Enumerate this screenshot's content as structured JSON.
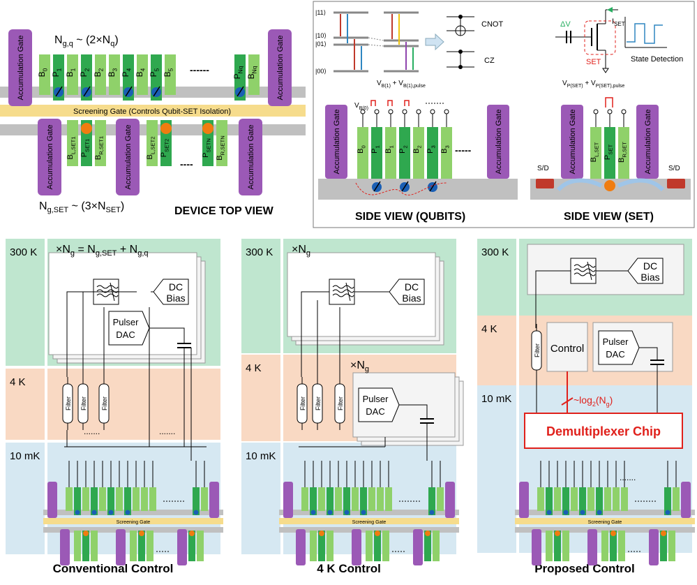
{
  "top_view": {
    "title": "DEVICE TOP VIEW",
    "ngq_label": "N g,q ~ (2×N q)",
    "ngset_label": "N g,SET ~ (3×N SET)",
    "accumulation_gate": "Accumulation Gate",
    "screening_gate": "Screening Gate (Controls Qubit-SET Isolation)",
    "qubit_gates": [
      "B0",
      "P1",
      "B1",
      "P2",
      "B2",
      "B3",
      "P4",
      "B4",
      "P5",
      "B5"
    ],
    "qubit_gates_end": [
      "PNq",
      "BNq"
    ],
    "set_gates_1": [
      "BL,SET1",
      "PSET1",
      "BR,SET1"
    ],
    "set_gates_2": [
      "BL,SET2",
      "PSET2"
    ],
    "set_gates_n": [
      "PSETN",
      "BR,SETN"
    ],
    "dots": "------",
    "dots_short": "----"
  },
  "side_view_qubits": {
    "title": "SIDE VIEW (QUBITS)",
    "levels": [
      "|11⟩",
      "|10⟩",
      "|01⟩",
      "|00⟩"
    ],
    "cnot": "CNOT",
    "cz": "CZ",
    "vb0": "V B(0)",
    "vb1": "V B(1) + V B(1),pulse",
    "accumulation_gate": "Accumulation Gate",
    "gates": [
      "B0",
      "P1",
      "B1",
      "P2",
      "B2",
      "P3",
      "B3"
    ],
    "dots": "-----"
  },
  "side_view_set": {
    "title": "SIDE VIEW (SET)",
    "delta_v": "ΔV",
    "iset": "I SET",
    "set_label": "SET",
    "state_detection": "State Detection",
    "vp": "V P(SET) + V P(SET),pulse",
    "accumulation_gate": "Accumulation Gate",
    "gates": [
      "BL,SET",
      "PSET",
      "BR,SET"
    ],
    "sd": "S/D"
  },
  "panels": [
    {
      "caption": "Conventional Control",
      "temps": [
        "300 K",
        "4 K",
        "10 mK"
      ],
      "header": "×N g = N g,SET + N g,q",
      "dc_bias": [
        "DC",
        "Bias"
      ],
      "pulser": [
        "Pulser",
        "DAC"
      ],
      "filter": "Filter",
      "screening_gate": "Screening Gate"
    },
    {
      "caption": "4 K Control",
      "temps": [
        "300 K",
        "4 K",
        "10 mK"
      ],
      "header": "×N g",
      "header2": "×N g",
      "dc_bias": [
        "DC",
        "Bias"
      ],
      "pulser": [
        "Pulser",
        "DAC"
      ],
      "filter": "Filter",
      "screening_gate": "Screening Gate"
    },
    {
      "caption": "Proposed Control",
      "temps": [
        "300 K",
        "4 K",
        "10 mK"
      ],
      "dc_bias": [
        "DC",
        "Bias"
      ],
      "pulser": [
        "Pulser",
        "DAC"
      ],
      "control": "Control",
      "filter": "Filter",
      "log_label": "~log2(N g)",
      "demux": "Demultiplexer Chip",
      "screening_gate": "Screening Gate"
    }
  ],
  "colors": {
    "purple": "#9b59b6",
    "green_light": "#8fd16a",
    "green_dark": "#2fa84f",
    "screen": "#f6dc8c",
    "gray": "#c0c0c0",
    "zone_300k": "#bfe6cf",
    "zone_4k": "#f9d9c3",
    "zone_10mk": "#d6e8f2",
    "red": "#e0201b",
    "orange": "#f07c10",
    "blue": "#1a5fb4"
  }
}
